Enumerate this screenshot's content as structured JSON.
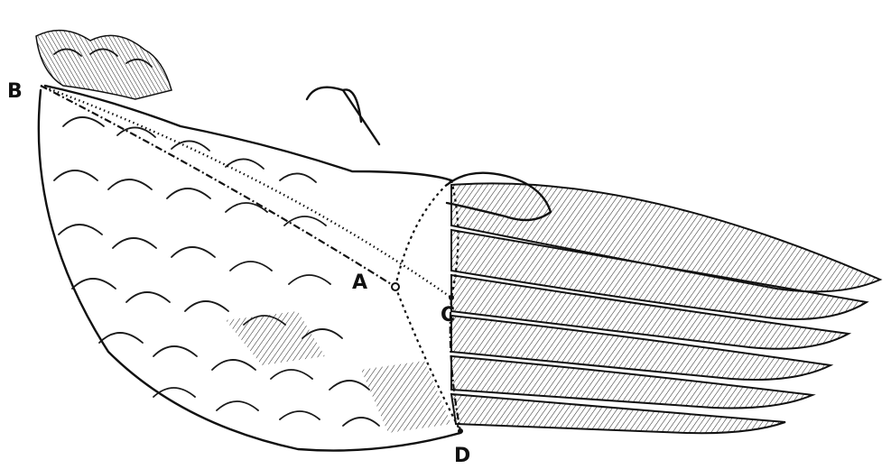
{
  "figure": {
    "labels": {
      "a": "A",
      "b": "B",
      "c": "C",
      "d": "D"
    },
    "subject": "bird-wing-engraving",
    "colors": {
      "ink": "#111111",
      "paper": "#ffffff"
    }
  }
}
